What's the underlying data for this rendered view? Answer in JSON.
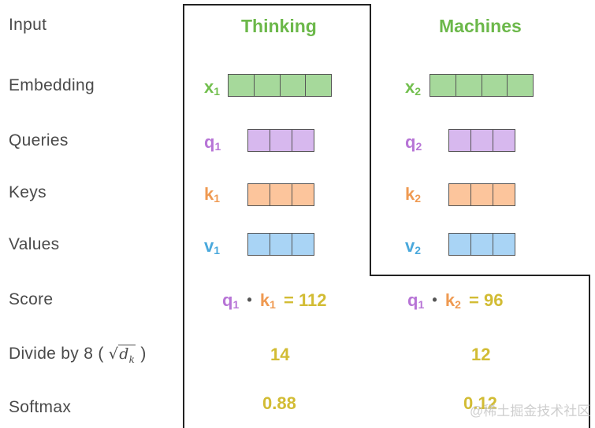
{
  "rows": {
    "input": "Input",
    "embedding": "Embedding",
    "queries": "Queries",
    "keys": "Keys",
    "values": "Values",
    "score": "Score",
    "divide": "Divide by 8 (",
    "divide_sqrt": "d",
    "divide_sqrt_sub": "k",
    "divide_close": ")",
    "softmax": "Softmax"
  },
  "words": [
    "Thinking",
    "Machines"
  ],
  "vectors": {
    "x1": {
      "base": "x",
      "sub": "1"
    },
    "x2": {
      "base": "x",
      "sub": "2"
    },
    "q1": {
      "base": "q",
      "sub": "1"
    },
    "q2": {
      "base": "q",
      "sub": "2"
    },
    "k1": {
      "base": "k",
      "sub": "1"
    },
    "k2": {
      "base": "k",
      "sub": "2"
    },
    "v1": {
      "base": "v",
      "sub": "1"
    },
    "v2": {
      "base": "v",
      "sub": "2"
    }
  },
  "scores": [
    {
      "q": "q",
      "q_sub": "1",
      "dot": "•",
      "k": "k",
      "k_sub": "1",
      "eq": "=",
      "value": "112"
    },
    {
      "q": "q",
      "q_sub": "1",
      "dot": "•",
      "k": "k",
      "k_sub": "2",
      "eq": "=",
      "value": "96"
    }
  ],
  "divided": [
    "14",
    "12"
  ],
  "softmax": [
    "0.88",
    "0.12"
  ],
  "watermark": "@稀土掘金技术社区",
  "colors": {
    "embedding": "#a6d99b",
    "queries": "#d7b8ee",
    "keys": "#fcc59c",
    "values": "#a9d4f5",
    "word": "#6cb84a",
    "score": "#d2bc34"
  }
}
